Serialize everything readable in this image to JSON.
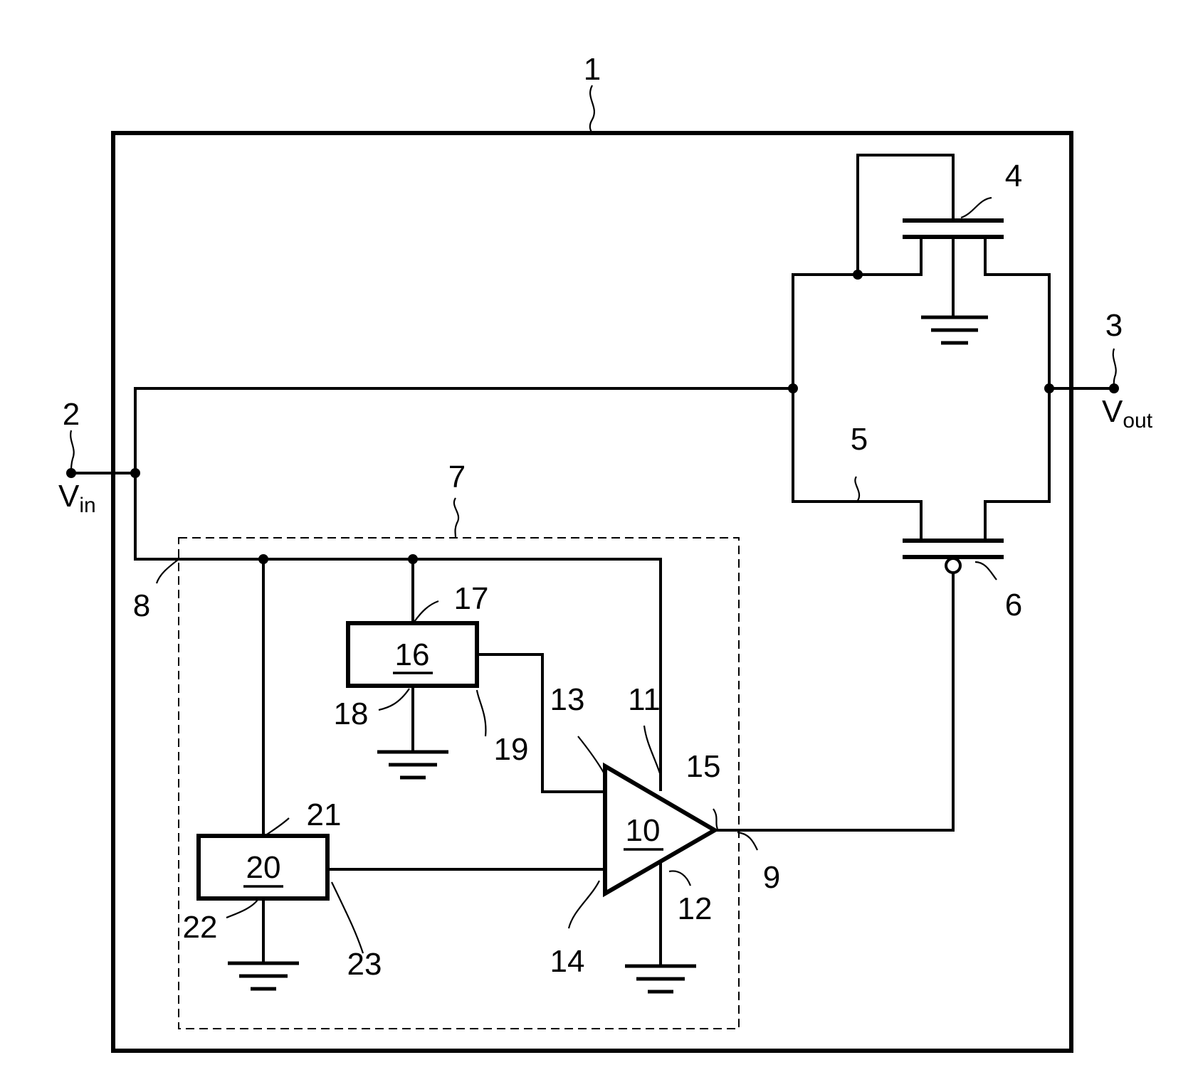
{
  "labels": {
    "n1": "1",
    "n2": "2",
    "n3": "3",
    "n4": "4",
    "n5": "5",
    "n6": "6",
    "n7": "7",
    "n8": "8",
    "n9": "9",
    "n11": "11",
    "n12": "12",
    "n13": "13",
    "n14": "14",
    "n15": "15",
    "n17": "17",
    "n18": "18",
    "n19": "19",
    "n21": "21",
    "n22": "22",
    "n23": "23"
  },
  "blocks": {
    "b10": "10",
    "b16": "16",
    "b20": "20"
  },
  "terminals": {
    "vin_main": "V",
    "vin_sub": "in",
    "vout_main": "V",
    "vout_sub": "out"
  }
}
